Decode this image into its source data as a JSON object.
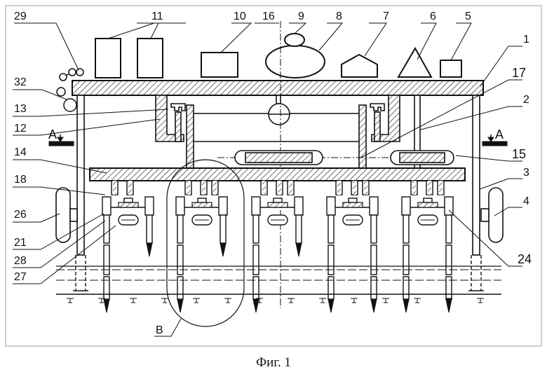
{
  "caption": "Фиг. 1",
  "section_label": "А",
  "view_label": "В",
  "callouts": {
    "c1": "1",
    "c2": "2",
    "c3": "3",
    "c4": "4",
    "c5": "5",
    "c6": "6",
    "c7": "7",
    "c8": "8",
    "c9": "9",
    "c10": "10",
    "c11": "11",
    "c12": "12",
    "c13": "13",
    "c14": "14",
    "c15": "15",
    "c16": "16",
    "c17": "17",
    "c18": "18",
    "c21": "21",
    "c24": "24",
    "c26": "26",
    "c27": "27",
    "c28": "28",
    "c29": "29",
    "c32": "32"
  },
  "units": [
    {
      "id": 1,
      "pipes": 2
    },
    {
      "id": 2,
      "pipes": 3
    },
    {
      "id": 3,
      "pipes": 3
    },
    {
      "id": 4,
      "pipes": 3
    },
    {
      "id": 5,
      "pipes": 3
    }
  ]
}
